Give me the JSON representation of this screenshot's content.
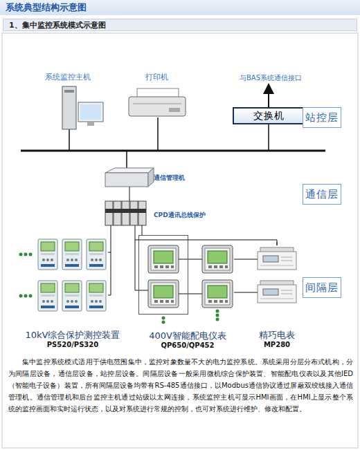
{
  "diagram": {
    "title": "系统典型结构示意图",
    "caption": "集中监控系统模式适用于供电范围集中，监控对象数量不大的电力监控系统。系统采用分层分布式机构，分为间隔层设备，通信层设备，站控层设备。间隔层设备一般采用微机综合保护装置、智能配电仪表以及其他IED（智能电子设备）装置，所有间隔层设备均带有RS-485通信接口，以Modbus通信协议通过屏蔽双绞线接入通信管理机。通信管理机和后台监控主机通过站级以太网连接，系统监控主机可显示HMI画面，在HMI上显示整个系统的监控画面和实时运行状态，以及对系统进行常规的控制，也可对系统进行维护、修改和配置。",
    "nodes": [
      {
        "text": [
          "系统监控主机"
        ]
      },
      {
        "text": [
          "打印机"
        ]
      },
      {
        "text": [
          "交换机"
        ]
      },
      {
        "text": [
          "站控层"
        ]
      },
      {
        "text": [
          "通信管理机"
        ]
      },
      {
        "text": [
          "通信层"
        ]
      },
      {
        "text": [
          "CPD通讯总线保护"
        ]
      },
      {
        "text": [
          "10kV综合保护测控装置",
          "PS520/PS320"
        ]
      },
      {
        "text": [
          "400V智能配电仪表",
          "QP650/QP452"
        ]
      },
      {
        "text": [
          "精巧电表",
          "MP280"
        ]
      },
      {
        "text": [
          "间隔层"
        ]
      }
    ],
    "edges": [
      {
        "from": 4,
        "to": 6,
        "arrow": "none"
      },
      {
        "from": 6,
        "to": 7,
        "arrow": "none"
      },
      {
        "from": 6,
        "to": 8,
        "arrow": "none"
      },
      {
        "from": 6,
        "to": 9,
        "arrow": "none"
      }
    ],
    "labels": [
      "1、集中监控系统模式示意图",
      "与BAS系统通信接口"
    ]
  }
}
